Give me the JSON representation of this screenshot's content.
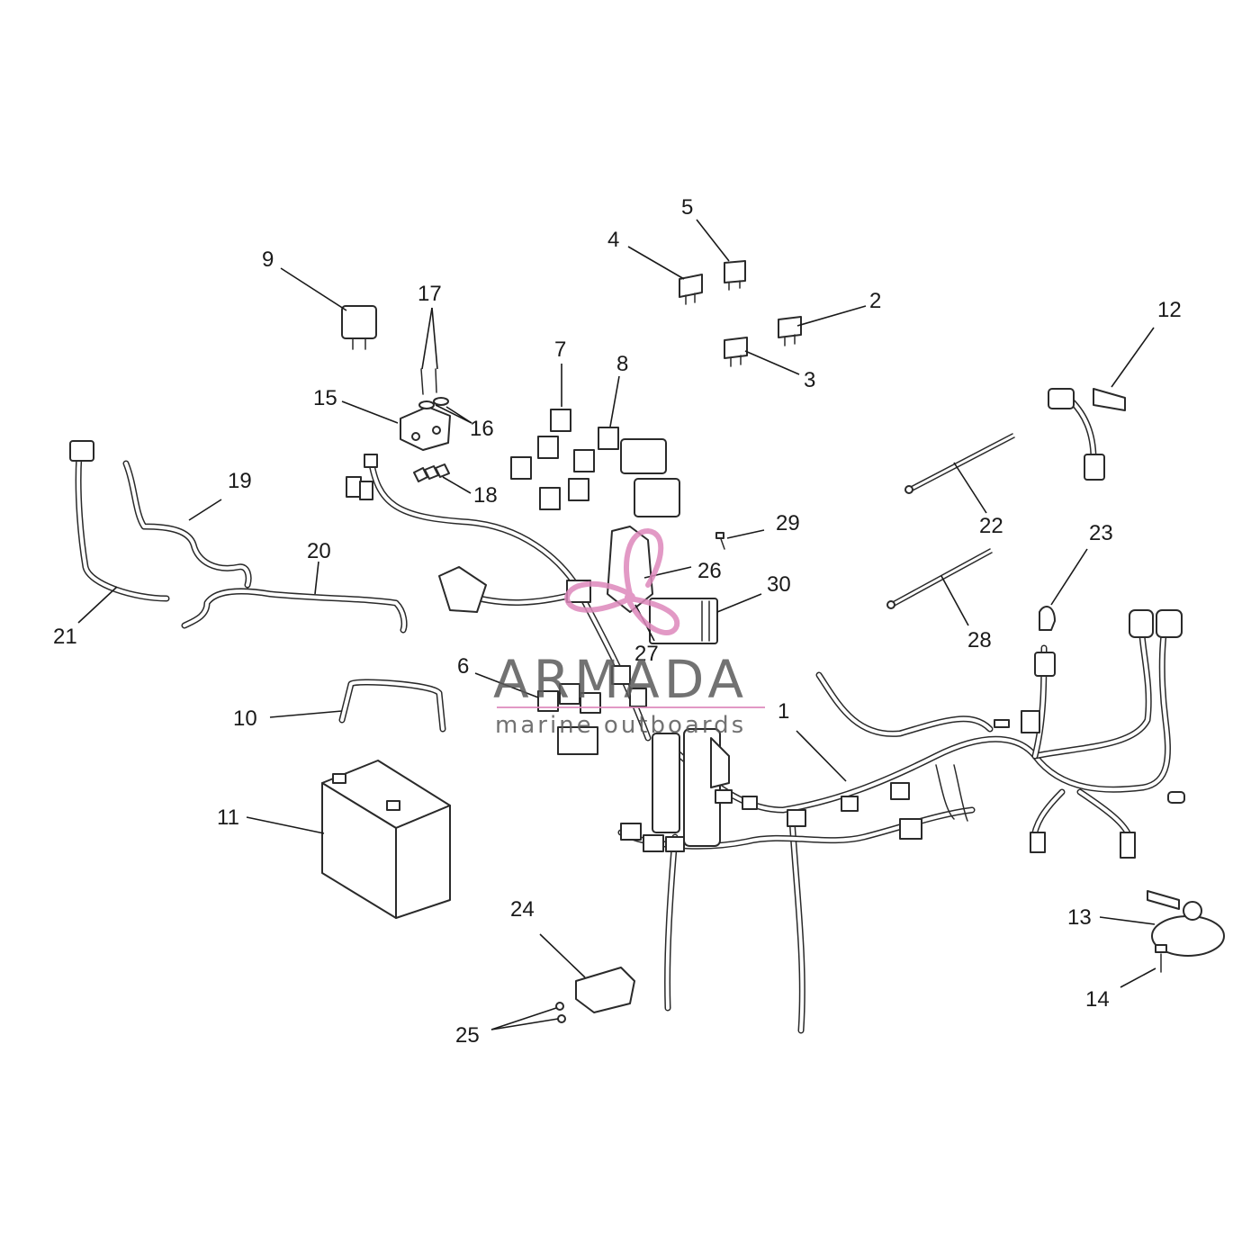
{
  "watermark": {
    "title": "ARMADA",
    "subtitle": "marine outboards"
  },
  "callouts": [
    "1",
    "2",
    "3",
    "4",
    "5",
    "6",
    "7",
    "8",
    "9",
    "10",
    "11",
    "12",
    "13",
    "14",
    "15",
    "16",
    "17",
    "18",
    "19",
    "20",
    "21",
    "22",
    "23",
    "24",
    "25",
    "26",
    "27",
    "28",
    "29",
    "30"
  ],
  "colors": {
    "line": "#2a2a2a",
    "watermark_text": "#5a5a5a",
    "watermark_logo": "#dd88bb"
  }
}
